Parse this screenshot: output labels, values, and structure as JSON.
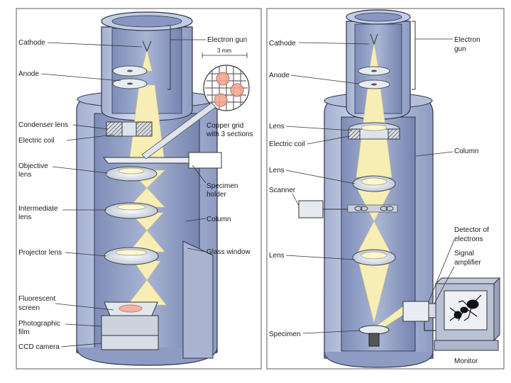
{
  "tem": {
    "labels": {
      "cathode": "Cathode",
      "anode": "Anode",
      "condenser_lens": "Condenser lens",
      "electric_coil": "Electric coil",
      "objective_lens": [
        "Objective",
        "lens"
      ],
      "intermediate_lens": [
        "Intermediate",
        "lens"
      ],
      "projector_lens": "Projector lens",
      "fluorescent_screen": [
        "Fluorescent",
        "screen"
      ],
      "photographic_film": [
        "Photographic",
        "film"
      ],
      "ccd_camera": "CCD camera",
      "electron_gun": "Electron gun",
      "grid_scale": "3 mm",
      "copper_grid": [
        "Copper grid",
        "with 3 sections"
      ],
      "specimen_holder": [
        "Specimen",
        "holder"
      ],
      "column": "Column",
      "glass_window": "Glass window"
    }
  },
  "sem": {
    "labels": {
      "cathode": "Cathode",
      "anode": "Anode",
      "lens_top": "Lens",
      "electric_coil": "Electric coil",
      "lens_mid": "Lens",
      "scanner": "Scanner",
      "lens_low": "Lens",
      "specimen": "Specimen",
      "electron_gun": [
        "Electron",
        "gun"
      ],
      "column": "Column",
      "detector": [
        "Detector of",
        "electrons"
      ],
      "signal_amplifier": [
        "Signal",
        "amplifier"
      ],
      "monitor": "Monitor"
    }
  },
  "colors": {
    "column_fill": "#b9c3dc",
    "column_inner": "#8e9cc3",
    "outline": "#2e3550",
    "beam": "#f6eeb4",
    "lens_fill": "#e3e8ef",
    "grid_dot": "#f2a48c"
  }
}
